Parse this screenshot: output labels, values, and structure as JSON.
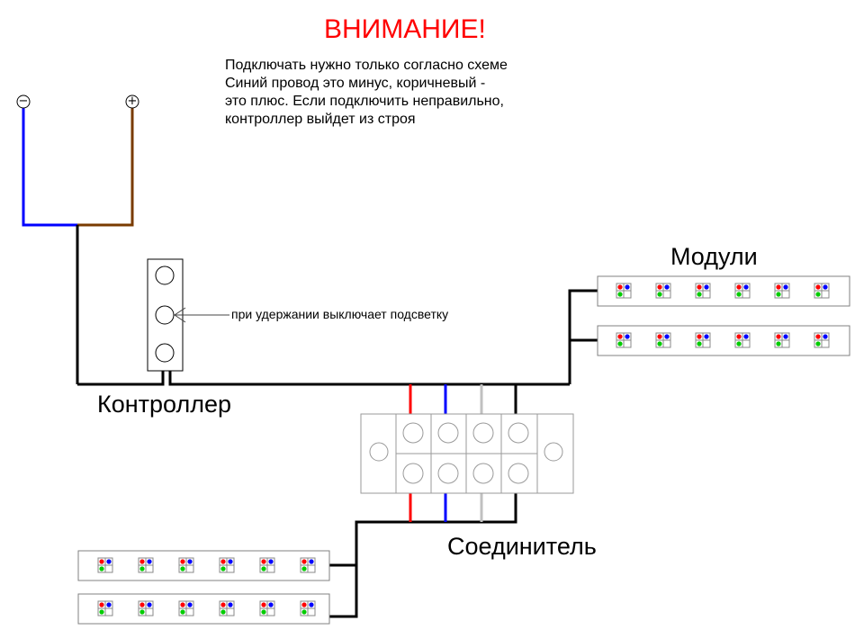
{
  "warning": {
    "title": "ВНИМАНИЕ!",
    "lines": [
      "Подключать нужно только согласно схеме",
      "Синий провод это минус, коричневый -",
      "это плюс. Если подключить неправильно,",
      "контроллер выйдет из строя"
    ]
  },
  "terminals": {
    "minus": "−",
    "plus": "+"
  },
  "labels": {
    "controller": "Контроллер",
    "modules": "Модули",
    "connector": "Соединитель",
    "button_note": "при удержании выключает подсветку"
  },
  "colors": {
    "warning_title": "#ff0000",
    "wire_minus": "#0000ff",
    "wire_plus": "#7a3b00",
    "wire_main": "#000000",
    "wire_red": "#ff0000",
    "wire_blue": "#0000ff",
    "wire_gray": "#c0c0c0",
    "led_red": "#ff0000",
    "led_blue": "#0000ff",
    "led_green": "#00cc00",
    "outline": "#808080"
  }
}
